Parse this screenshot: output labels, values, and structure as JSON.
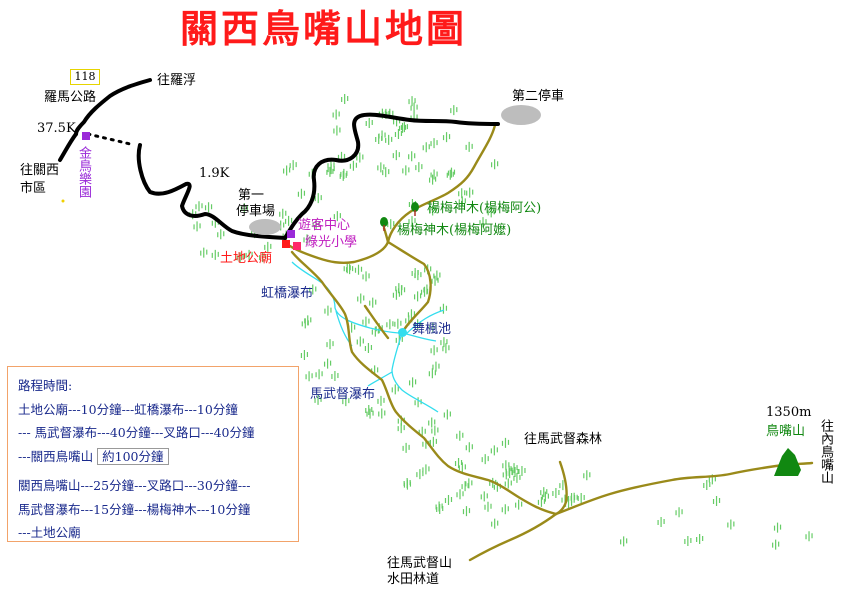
{
  "title": "關西鳥嘴山地圖",
  "road_number": "118",
  "labels": {
    "to_luofu": "往羅浮",
    "luoma_road": "羅馬公路",
    "km_37_5": "37.5K",
    "to_guanxi": "往關西",
    "town_area": "市區",
    "jinniao_park": "金鳥樂園",
    "km_1_9": "1.9K",
    "second_parking": "第二停車",
    "first_parking_a": "第一",
    "first_parking_b": "停車場",
    "visitor_center": "遊客中心",
    "lvguang_school": "綠光小學",
    "earth_god_temple": "土地公廟",
    "yangmei_tree_1": "楊梅神木(楊梅阿公)",
    "yangmei_tree_2": "楊梅神木(楊梅阿嬤)",
    "hongqiao_falls": "虹橋瀑布",
    "wufeng_pool": "舞楓池",
    "mawudu_falls": "馬武督瀑布",
    "elevation": "1350m",
    "niaozui_peak": "鳥嘴山",
    "to_neiniaozui": "往內鳥嘴山",
    "to_mawudu_forest": "往馬武督森林",
    "to_mawudu_mountain": "往馬武督山",
    "shuitian_forest_road": "水田林道"
  },
  "legend": {
    "heading": "路程時間:",
    "line1": "土地公廟---10分鐘---虹橋瀑布---10分鐘",
    "line2": "--- 馬武督瀑布---40分鐘---叉路口---40分鐘",
    "line3": "---關西鳥嘴山",
    "line3_badge": "約100分鐘",
    "line4": "關西鳥嘴山---25分鐘---叉路口---30分鐘---",
    "line5": "馬武督瀑布---15分鐘---楊梅神木---10分鐘",
    "line6": "---土地公廟"
  },
  "colors": {
    "title": "#ff1a1a",
    "road": "#000000",
    "trail": "#9a8a1a",
    "trail_dark": "#7a6a14",
    "stream": "#33ddee",
    "vegetation": "#66cc66",
    "poi_purple": "#9a2ad8",
    "poi_red": "#ff1a1a",
    "poi_pink": "#ff2a6a",
    "peak": "#118811",
    "label_blue": "#1a2a8c",
    "label_green": "#118811",
    "label_red": "#ff1a1a",
    "label_magenta": "#c020c0",
    "parking": "#bdbdbd"
  },
  "icons": [
    "tree-icon",
    "peak-icon",
    "parking-icon",
    "poi-marker"
  ]
}
